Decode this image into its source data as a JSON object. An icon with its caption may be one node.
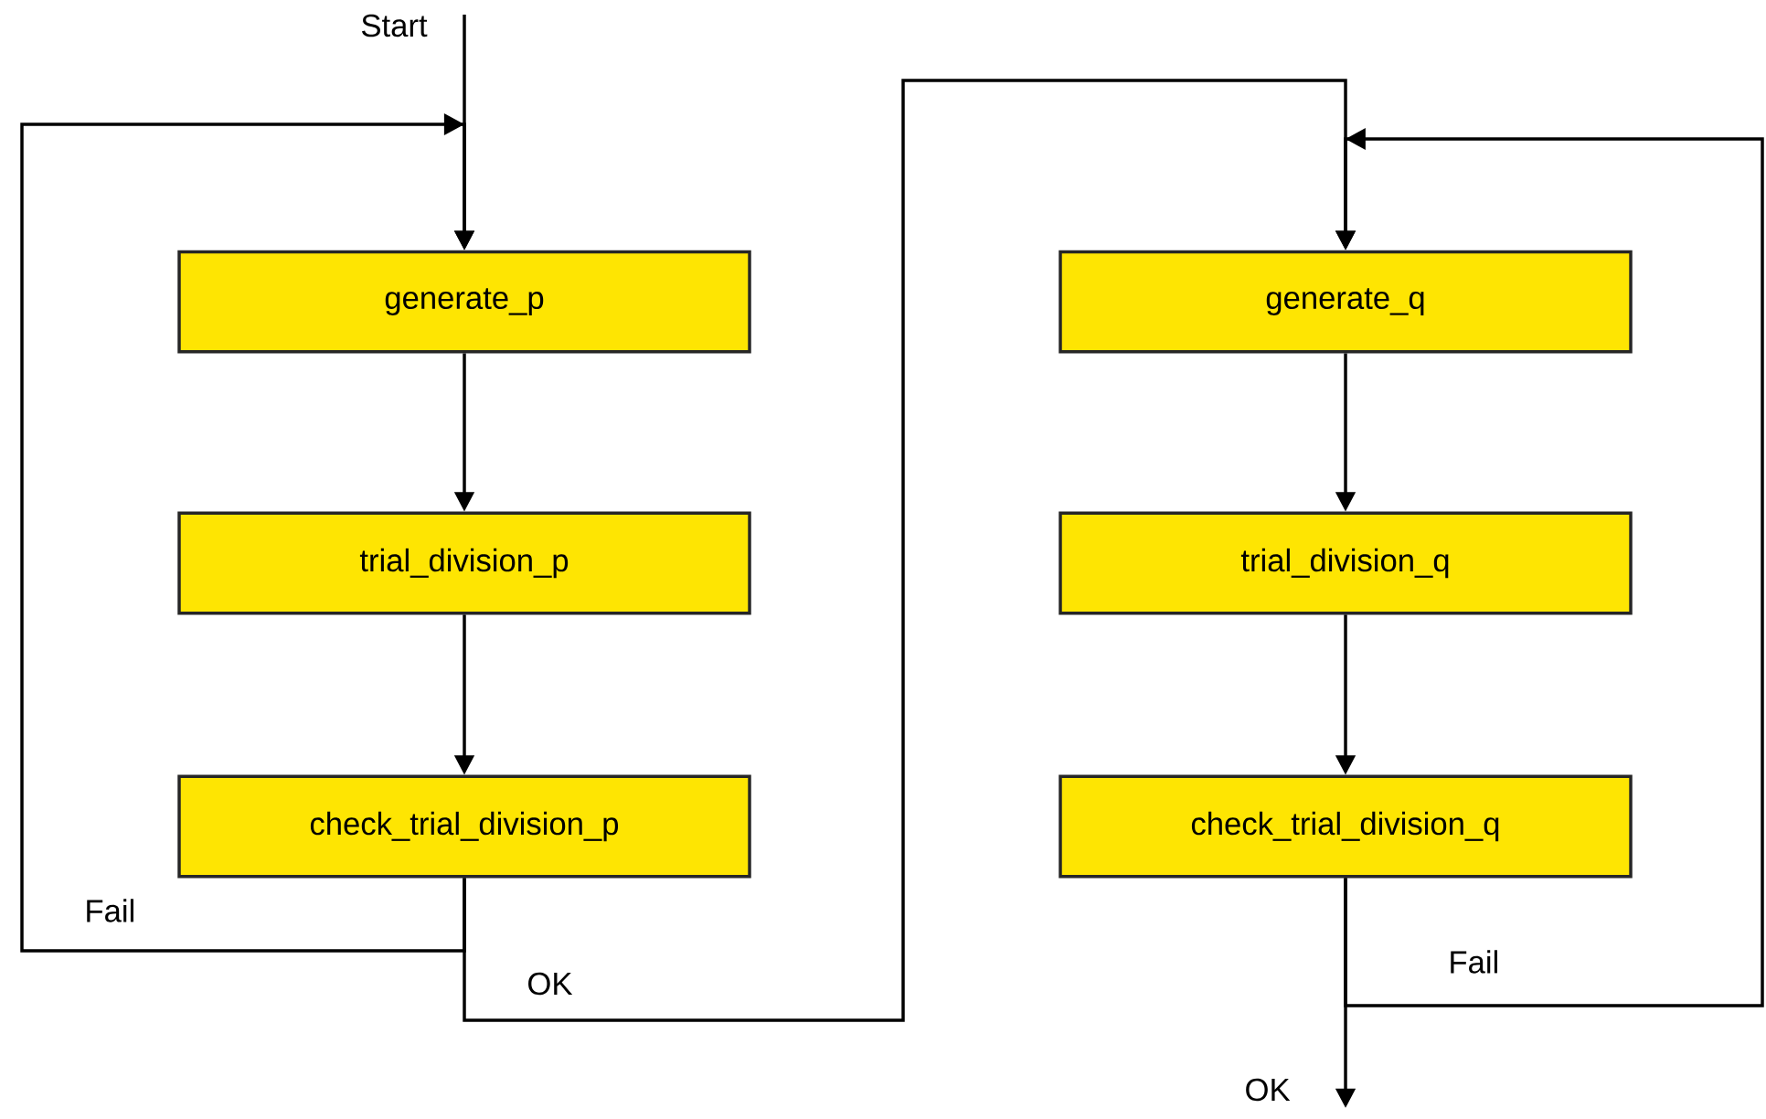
{
  "diagram": {
    "nodes": [
      {
        "text": [
          "generate_p"
        ]
      },
      {
        "text": [
          "trial_division_p"
        ]
      },
      {
        "text": [
          "check_trial_division_p"
        ]
      },
      {
        "text": [
          "generate_q"
        ]
      },
      {
        "text": [
          "trial_division_q"
        ]
      },
      {
        "text": [
          "check_trial_division_q"
        ]
      }
    ],
    "edges": [
      {
        "from": null,
        "to": 0,
        "arrow": "to",
        "label": "Start"
      },
      {
        "from": 0,
        "to": 1,
        "arrow": "to"
      },
      {
        "from": 1,
        "to": 2,
        "arrow": "to"
      },
      {
        "from": 2,
        "to": 0,
        "arrow": "to",
        "label": "Fail"
      },
      {
        "from": 2,
        "to": 3,
        "arrow": "to",
        "label": "OK"
      },
      {
        "from": 3,
        "to": 4,
        "arrow": "to"
      },
      {
        "from": 4,
        "to": 5,
        "arrow": "to"
      },
      {
        "from": 5,
        "to": 3,
        "arrow": "to",
        "label": "Fail"
      },
      {
        "from": 5,
        "to": null,
        "arrow": "to",
        "label": "OK"
      }
    ]
  }
}
